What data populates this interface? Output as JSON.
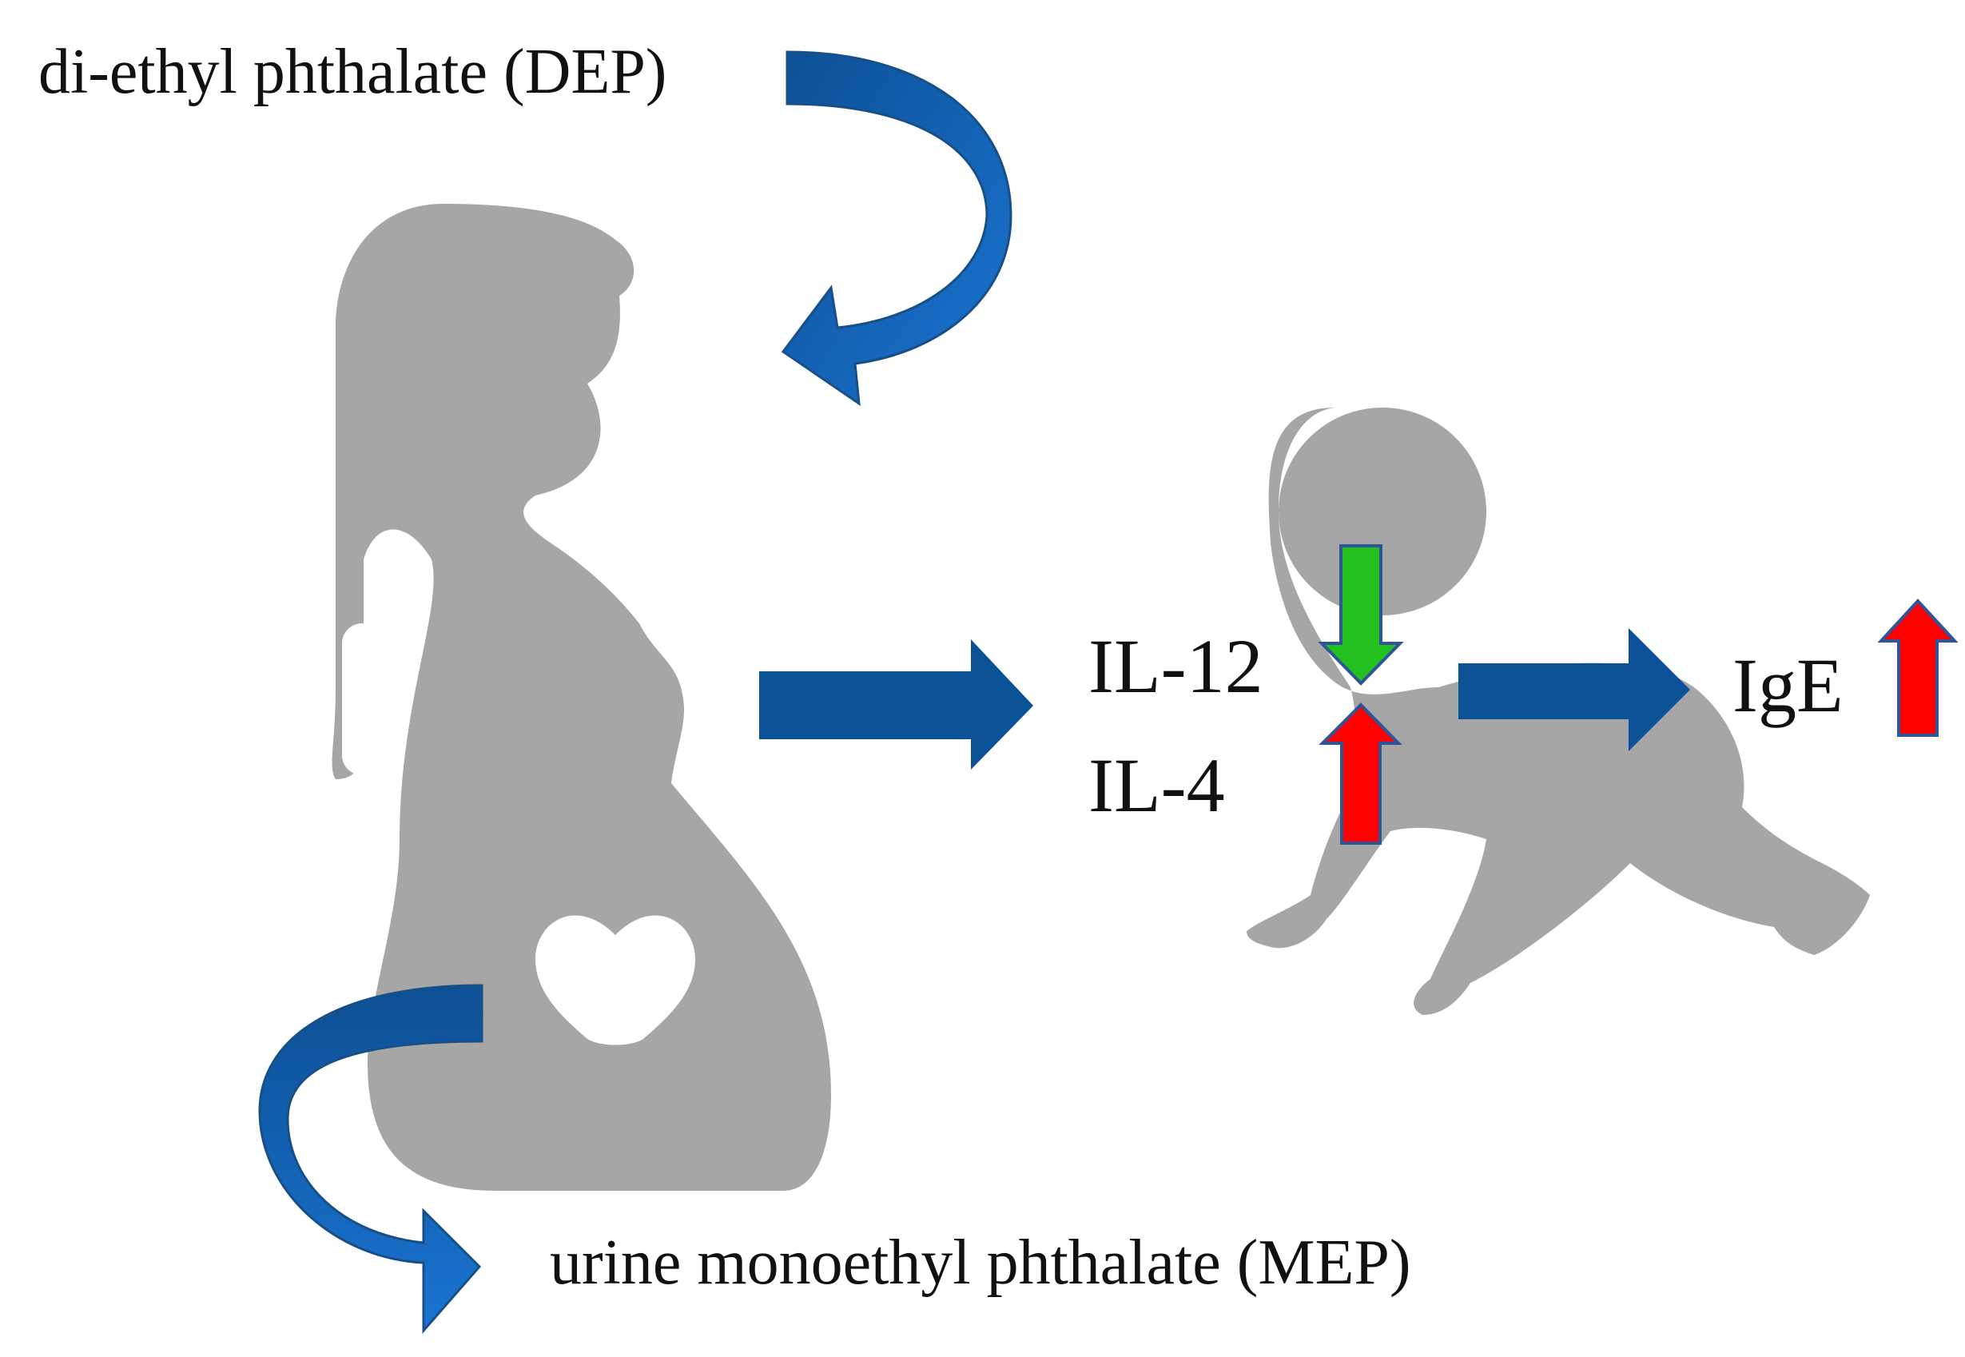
{
  "labels": {
    "exposure": "di-ethyl phthalate (DEP)",
    "metabolite": "urine monoethyl phthalate (MEP)",
    "cytokine_down": "IL-12",
    "cytokine_up": "IL-4",
    "antibody": "IgE"
  },
  "figures": {
    "mother": "pregnant-woman-silhouette",
    "fetus_marker": "heart-icon",
    "child": "crawling-infant-silhouette"
  },
  "indicators": {
    "il12": "decrease",
    "il4": "increase",
    "ige": "increase"
  },
  "colors": {
    "silhouette": "#a6a6a6",
    "flow_arrow": "#0b5196",
    "curved_arrow": "#1468c1",
    "increase": "#ff0000",
    "decrease": "#22c11f",
    "indicator_outline": "#2f5597"
  }
}
